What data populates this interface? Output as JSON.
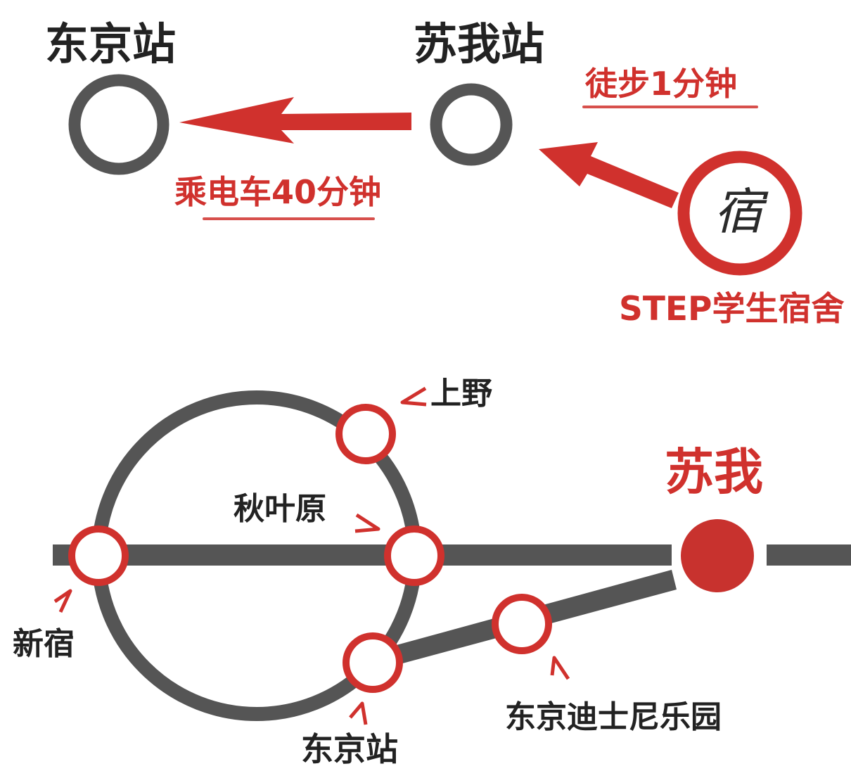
{
  "top": {
    "tokyo_station": "东京站",
    "soga_station": "苏我站",
    "walk_time": "徒步1分钟",
    "train_time": "乘电车40分钟",
    "dorm_seal_char": "宿",
    "dorm_label": "STEP学生宿舍"
  },
  "map": {
    "soga": "苏我",
    "ueno": "上野",
    "akihabara": "秋叶原",
    "shinjuku": "新宿",
    "tokyo": "东京站",
    "disney": "东京迪士尼乐园"
  },
  "colors": {
    "accent_red": "#d0312d",
    "line_gray": "#555555",
    "text_dark": "#222222"
  }
}
